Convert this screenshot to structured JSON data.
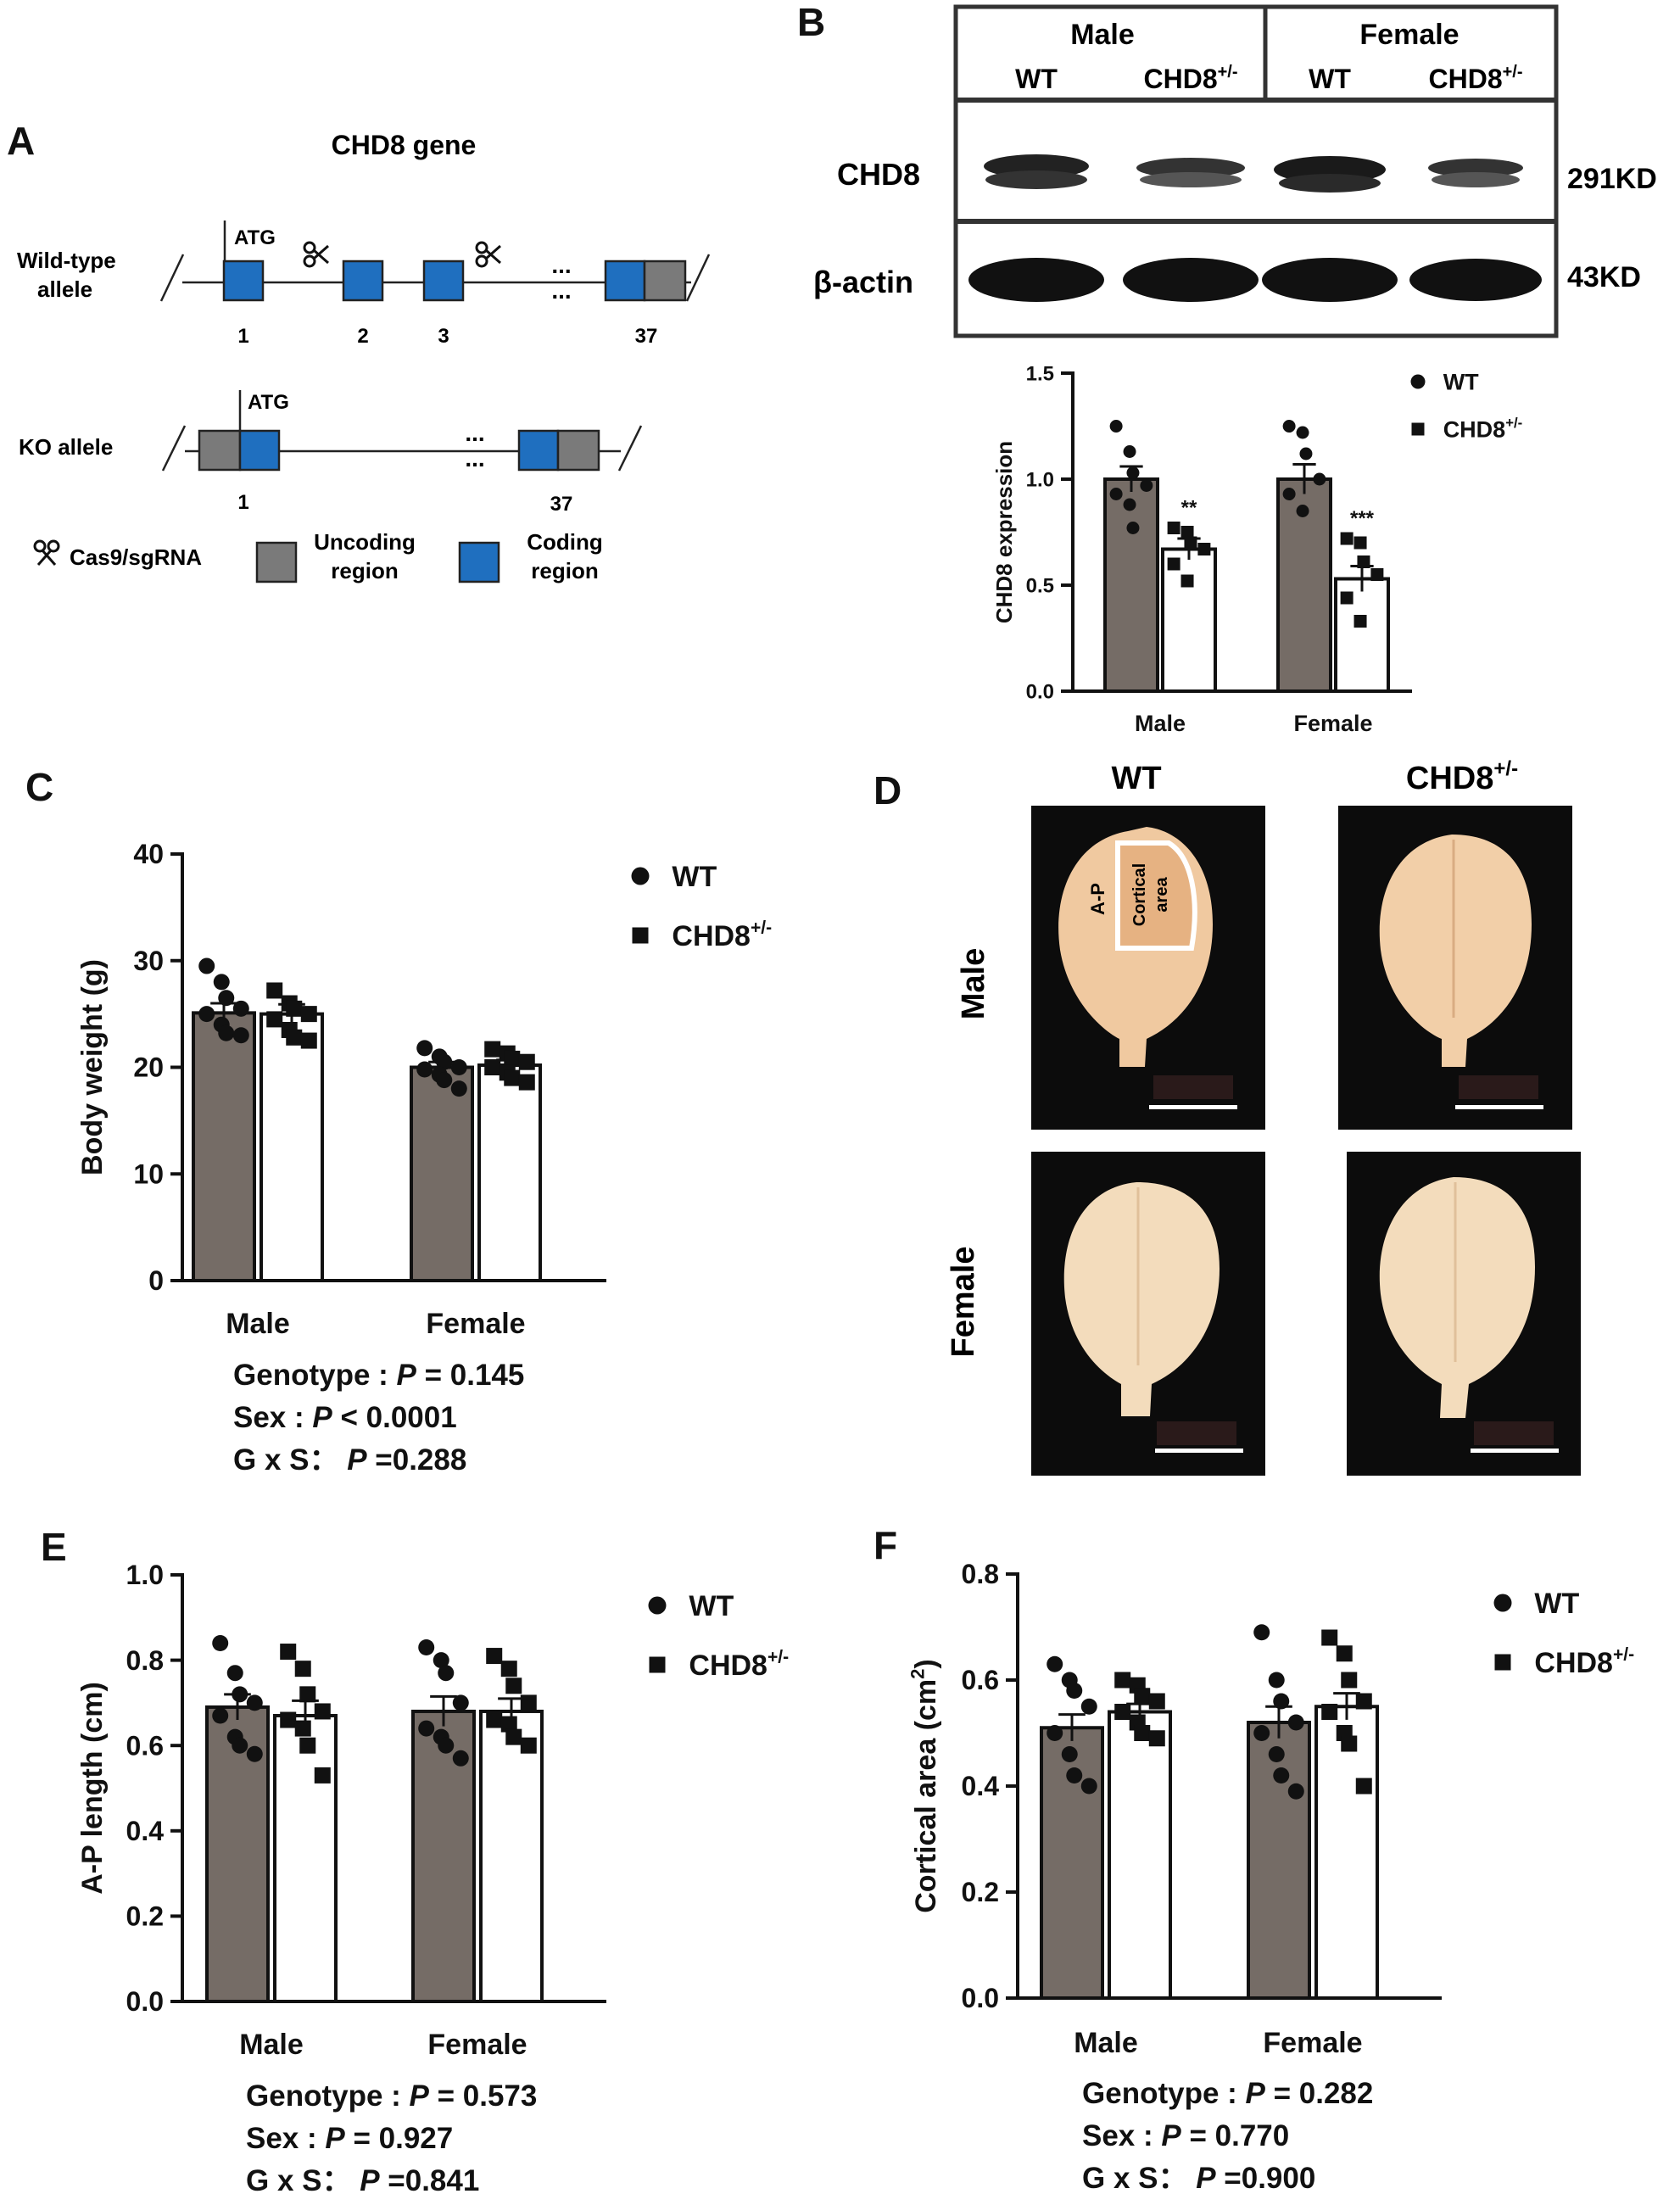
{
  "panel_labels": [
    "A",
    "B",
    "C",
    "D",
    "E",
    "F"
  ],
  "panelA": {
    "title": "CHD8 gene",
    "wt_label_line1": "Wild-type",
    "wt_label_line2": "allele",
    "ko_label": "KO allele",
    "atg": "ATG",
    "ellipsis": "...",
    "wt_exon_numbers": [
      "1",
      "2",
      "3",
      "37"
    ],
    "ko_exon_numbers": [
      "1",
      "37"
    ],
    "legend_cas9": "Cas9/sgRNA",
    "legend_uncoding_line1": "Uncoding",
    "legend_uncoding_line2": "region",
    "legend_coding_line1": "Coding",
    "legend_coding_line2": "region",
    "colors": {
      "coding": "#1f6fbf",
      "uncoding": "#7a7a7a"
    }
  },
  "panelB_blot": {
    "group_male": "Male",
    "group_female": "Female",
    "lane_wt": "WT",
    "lane_ko": "CHD8",
    "lane_ko_sup": "+/-",
    "row_chd8": "CHD8",
    "row_actin": "β-actin",
    "size_chd8": "291KD",
    "size_actin": "43KD"
  },
  "panelD": {
    "col_wt": "WT",
    "col_ko": "CHD8",
    "col_ko_sup": "+/-",
    "row_male": "Male",
    "row_female": "Female",
    "annot_ap": "A-P",
    "annot_cortical_1": "Cortical",
    "annot_cortical_2": "area"
  },
  "legend": {
    "wt": "WT",
    "ko": "CHD8",
    "ko_sup": "+/-"
  },
  "chart_data": [
    {
      "id": "B",
      "type": "bar",
      "categories": [
        "Male",
        "Female"
      ],
      "ylabel": "CHD8 expression",
      "ylim": [
        0,
        1.5
      ],
      "yticks": [
        "0.0",
        "0.5",
        "1.0",
        "1.5"
      ],
      "legend_position": "top-right",
      "series": [
        {
          "name": "WT",
          "values": [
            1.0,
            1.0
          ],
          "sem": [
            0.06,
            0.07
          ],
          "points": [
            [
              1.25,
              1.13,
              1.03,
              0.97,
              0.93,
              0.88,
              0.77
            ],
            [
              1.25,
              1.22,
              1.12,
              1.0,
              0.93,
              0.85
            ]
          ]
        },
        {
          "name": "CHD8+/-",
          "values": [
            0.67,
            0.53
          ],
          "sem": [
            0.05,
            0.06
          ],
          "points": [
            [
              0.77,
              0.75,
              0.7,
              0.67,
              0.6,
              0.52
            ],
            [
              0.72,
              0.7,
              0.61,
              0.55,
              0.44,
              0.33
            ]
          ]
        }
      ],
      "annotations": [
        "**",
        "***"
      ]
    },
    {
      "id": "C",
      "type": "bar",
      "categories": [
        "Male",
        "Female"
      ],
      "ylabel": "Body weight (g)",
      "ylim": [
        0,
        40
      ],
      "yticks": [
        "0",
        "10",
        "20",
        "30",
        "40"
      ],
      "legend_position": "top-right",
      "series": [
        {
          "name": "WT",
          "values": [
            25.1,
            20.0
          ],
          "sem": [
            0.9,
            0.5
          ],
          "points": [
            [
              29.5,
              28.0,
              26.5,
              25.5,
              25.0,
              24.0,
              23.2,
              23.0
            ],
            [
              21.8,
              21.0,
              20.5,
              20.0,
              19.8,
              19.3,
              18.8,
              18.0
            ]
          ]
        },
        {
          "name": "CHD8+/-",
          "values": [
            25.0,
            20.2
          ],
          "sem": [
            0.9,
            0.5
          ],
          "points": [
            [
              27.2,
              26.0,
              25.5,
              25.0,
              24.5,
              23.5,
              22.8,
              22.5
            ],
            [
              21.7,
              21.3,
              20.8,
              20.5,
              20.0,
              19.5,
              19.0,
              18.6
            ]
          ]
        }
      ],
      "stats": [
        {
          "label": "Genotype : ",
          "p": "P",
          "val": "= 0.145"
        },
        {
          "label": "Sex : ",
          "p": "P",
          "val": "< 0.0001"
        },
        {
          "label": "G x S： ",
          "p": "P",
          "val": "=0.288"
        }
      ]
    },
    {
      "id": "E",
      "type": "bar",
      "categories": [
        "Male",
        "Female"
      ],
      "ylabel": "A-P length (cm)",
      "ylim": [
        0,
        1.0
      ],
      "yticks": [
        "0.0",
        "0.2",
        "0.4",
        "0.6",
        "0.8",
        "1.0"
      ],
      "legend_position": "top-right",
      "series": [
        {
          "name": "WT",
          "values": [
            0.69,
            0.68
          ],
          "sem": [
            0.03,
            0.035
          ],
          "points": [
            [
              0.84,
              0.77,
              0.72,
              0.7,
              0.67,
              0.62,
              0.6,
              0.58
            ],
            [
              0.83,
              0.8,
              0.77,
              0.7,
              0.64,
              0.62,
              0.6,
              0.57
            ]
          ]
        },
        {
          "name": "CHD8+/-",
          "values": [
            0.67,
            0.68
          ],
          "sem": [
            0.035,
            0.03
          ],
          "points": [
            [
              0.82,
              0.78,
              0.72,
              0.68,
              0.66,
              0.64,
              0.6,
              0.53
            ],
            [
              0.81,
              0.78,
              0.74,
              0.7,
              0.66,
              0.65,
              0.62,
              0.6
            ]
          ]
        }
      ],
      "stats": [
        {
          "label": "Genotype : ",
          "p": "P",
          "val": "= 0.573"
        },
        {
          "label": "Sex : ",
          "p": "P",
          "val": "= 0.927"
        },
        {
          "label": "G x S： ",
          "p": "P",
          "val": "=0.841"
        }
      ]
    },
    {
      "id": "F",
      "type": "bar",
      "categories": [
        "Male",
        "Female"
      ],
      "ylabel": "Cortical area (cm",
      "ylabel_sup": "2",
      "ylabel_tail": ")",
      "ylim": [
        0,
        0.8
      ],
      "yticks": [
        "0.0",
        "0.2",
        "0.4",
        "0.6",
        "0.8"
      ],
      "legend_position": "top-right",
      "series": [
        {
          "name": "WT",
          "values": [
            0.51,
            0.52
          ],
          "sem": [
            0.025,
            0.03
          ],
          "points": [
            [
              0.63,
              0.6,
              0.58,
              0.55,
              0.5,
              0.46,
              0.42,
              0.4
            ],
            [
              0.69,
              0.6,
              0.56,
              0.52,
              0.5,
              0.46,
              0.42,
              0.39
            ]
          ]
        },
        {
          "name": "CHD8+/-",
          "values": [
            0.54,
            0.55
          ],
          "sem": [
            0.015,
            0.025
          ],
          "points": [
            [
              0.6,
              0.59,
              0.57,
              0.56,
              0.54,
              0.52,
              0.5,
              0.49
            ],
            [
              0.68,
              0.65,
              0.6,
              0.56,
              0.54,
              0.5,
              0.48,
              0.4
            ]
          ]
        }
      ],
      "stats": [
        {
          "label": "Genotype : ",
          "p": "P",
          "val": "= 0.282"
        },
        {
          "label": "Sex : ",
          "p": "P",
          "val": "= 0.770"
        },
        {
          "label": "G x S： ",
          "p": "P",
          "val": "=0.900"
        }
      ]
    }
  ]
}
